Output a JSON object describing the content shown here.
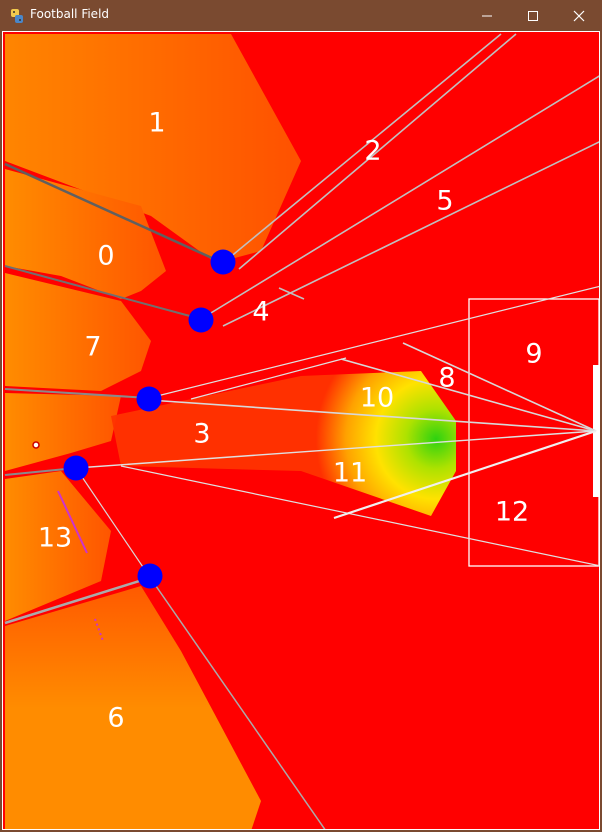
{
  "window": {
    "title": "Football Field",
    "controls": {
      "minimize": "minimize-icon",
      "maximize": "maximize-icon",
      "close": "close-icon"
    }
  },
  "colors": {
    "titlebar": "#7a4a30",
    "field": "#ff0000",
    "zone_orange": "#ff8800",
    "player": "#0000ff",
    "lines": "#c8c8c8",
    "labels": "#ffffff"
  },
  "zones": [
    {
      "id": "zone-0",
      "label": "0"
    },
    {
      "id": "zone-1",
      "label": "1"
    },
    {
      "id": "zone-2",
      "label": "2"
    },
    {
      "id": "zone-3",
      "label": "3"
    },
    {
      "id": "zone-4",
      "label": "4"
    },
    {
      "id": "zone-5",
      "label": "5"
    },
    {
      "id": "zone-6",
      "label": "6"
    },
    {
      "id": "zone-7",
      "label": "7"
    },
    {
      "id": "zone-8",
      "label": "8"
    },
    {
      "id": "zone-9",
      "label": "9"
    },
    {
      "id": "zone-10",
      "label": "10"
    },
    {
      "id": "zone-11",
      "label": "11"
    },
    {
      "id": "zone-12",
      "label": "12"
    },
    {
      "id": "zone-13",
      "label": "13"
    }
  ]
}
